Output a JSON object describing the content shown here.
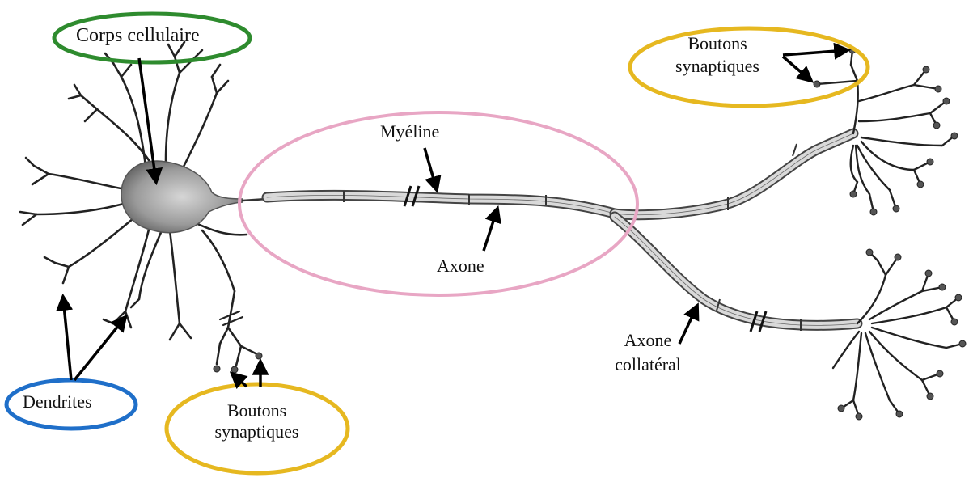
{
  "labels": {
    "corps_cellulaire": "Corps cellulaire",
    "myeline": "Myéline",
    "axone": "Axone",
    "dendrites": "Dendrites",
    "boutons_left_line1": "Boutons",
    "boutons_left_line2": "synaptiques",
    "boutons_right_line1": "Boutons",
    "boutons_right_line2": "synaptiques",
    "axone_collateral_line1": "Axone",
    "axone_collateral_line2": "collatéral"
  },
  "colors": {
    "corps_cellulaire_ring": "#2e8b2e",
    "myeline_ring": "#e8a6c4",
    "dendrites_ring": "#1f6fc9",
    "boutons_ring": "#e6b820"
  }
}
